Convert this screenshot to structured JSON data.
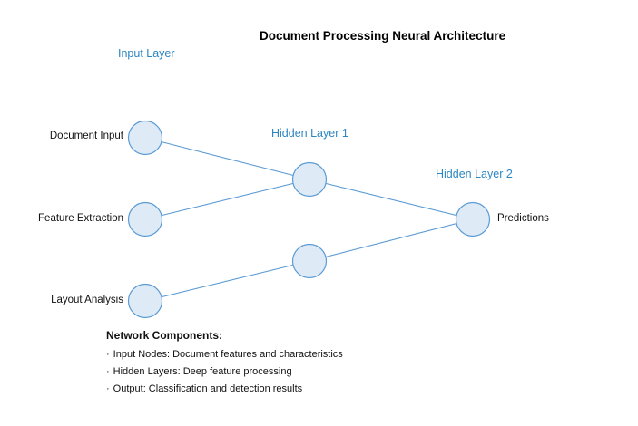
{
  "title": "Document Processing Neural Architecture",
  "colors": {
    "background": "#ffffff",
    "node_fill": "#deebf7",
    "node_stroke": "#5b9bd5",
    "edge": "#5b9bd5",
    "layer_label_blue": "#2e86c1",
    "text_black": "#111111"
  },
  "layers": {
    "input": {
      "label": "Input Layer"
    },
    "hidden1": {
      "label": "Hidden Layer 1"
    },
    "hidden2": {
      "label": "Hidden Layer 2"
    }
  },
  "nodes": {
    "document_input": {
      "label": "Document Input"
    },
    "feature_extraction": {
      "label": "Feature Extraction"
    },
    "layout_analysis": {
      "label": "Layout Analysis"
    },
    "hidden_node_1": {
      "label": ""
    },
    "hidden_node_2": {
      "label": ""
    },
    "output": {
      "label": "Predictions"
    }
  },
  "graph": {
    "edges": [
      {
        "from": "document_input",
        "to": "hidden_node_1"
      },
      {
        "from": "feature_extraction",
        "to": "hidden_node_1"
      },
      {
        "from": "layout_analysis",
        "to": "hidden_node_2"
      },
      {
        "from": "hidden_node_1",
        "to": "output"
      },
      {
        "from": "hidden_node_2",
        "to": "output"
      }
    ]
  },
  "legend": {
    "heading": "Network Components:",
    "bullet_char": "·",
    "items": [
      "Input Nodes: Document features and characteristics",
      "Hidden Layers: Deep feature processing",
      "Output: Classification and detection results"
    ]
  }
}
